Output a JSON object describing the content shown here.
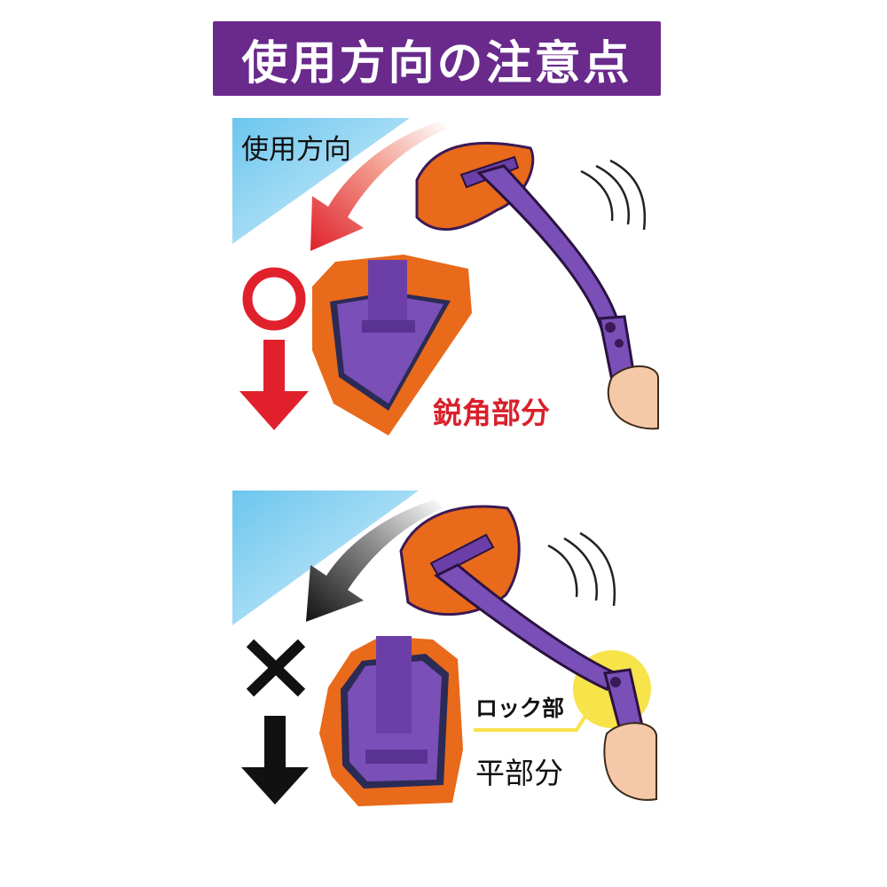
{
  "title": "使用方向の注意点",
  "correct_example": {
    "direction_label": "使用方向",
    "mark_icon": "circle-ok-icon",
    "mark_color": "#e0212c",
    "arrow_color": "#e0212c",
    "edge_label": "鋭角部分",
    "edge_label_color": "#d8202b"
  },
  "wrong_example": {
    "mark_icon": "cross-ng-icon",
    "mark_color": "#111111",
    "arrow_color": "#111111",
    "lock_label": "ロック部",
    "edge_label": "平部分"
  },
  "colors": {
    "title_background": "#6a2a8c",
    "handle_purple": "#7a4fb8",
    "pad_orange": "#e86a1a",
    "sky_blue": "#8fd3f2",
    "lock_highlight": "#f7e34a"
  }
}
